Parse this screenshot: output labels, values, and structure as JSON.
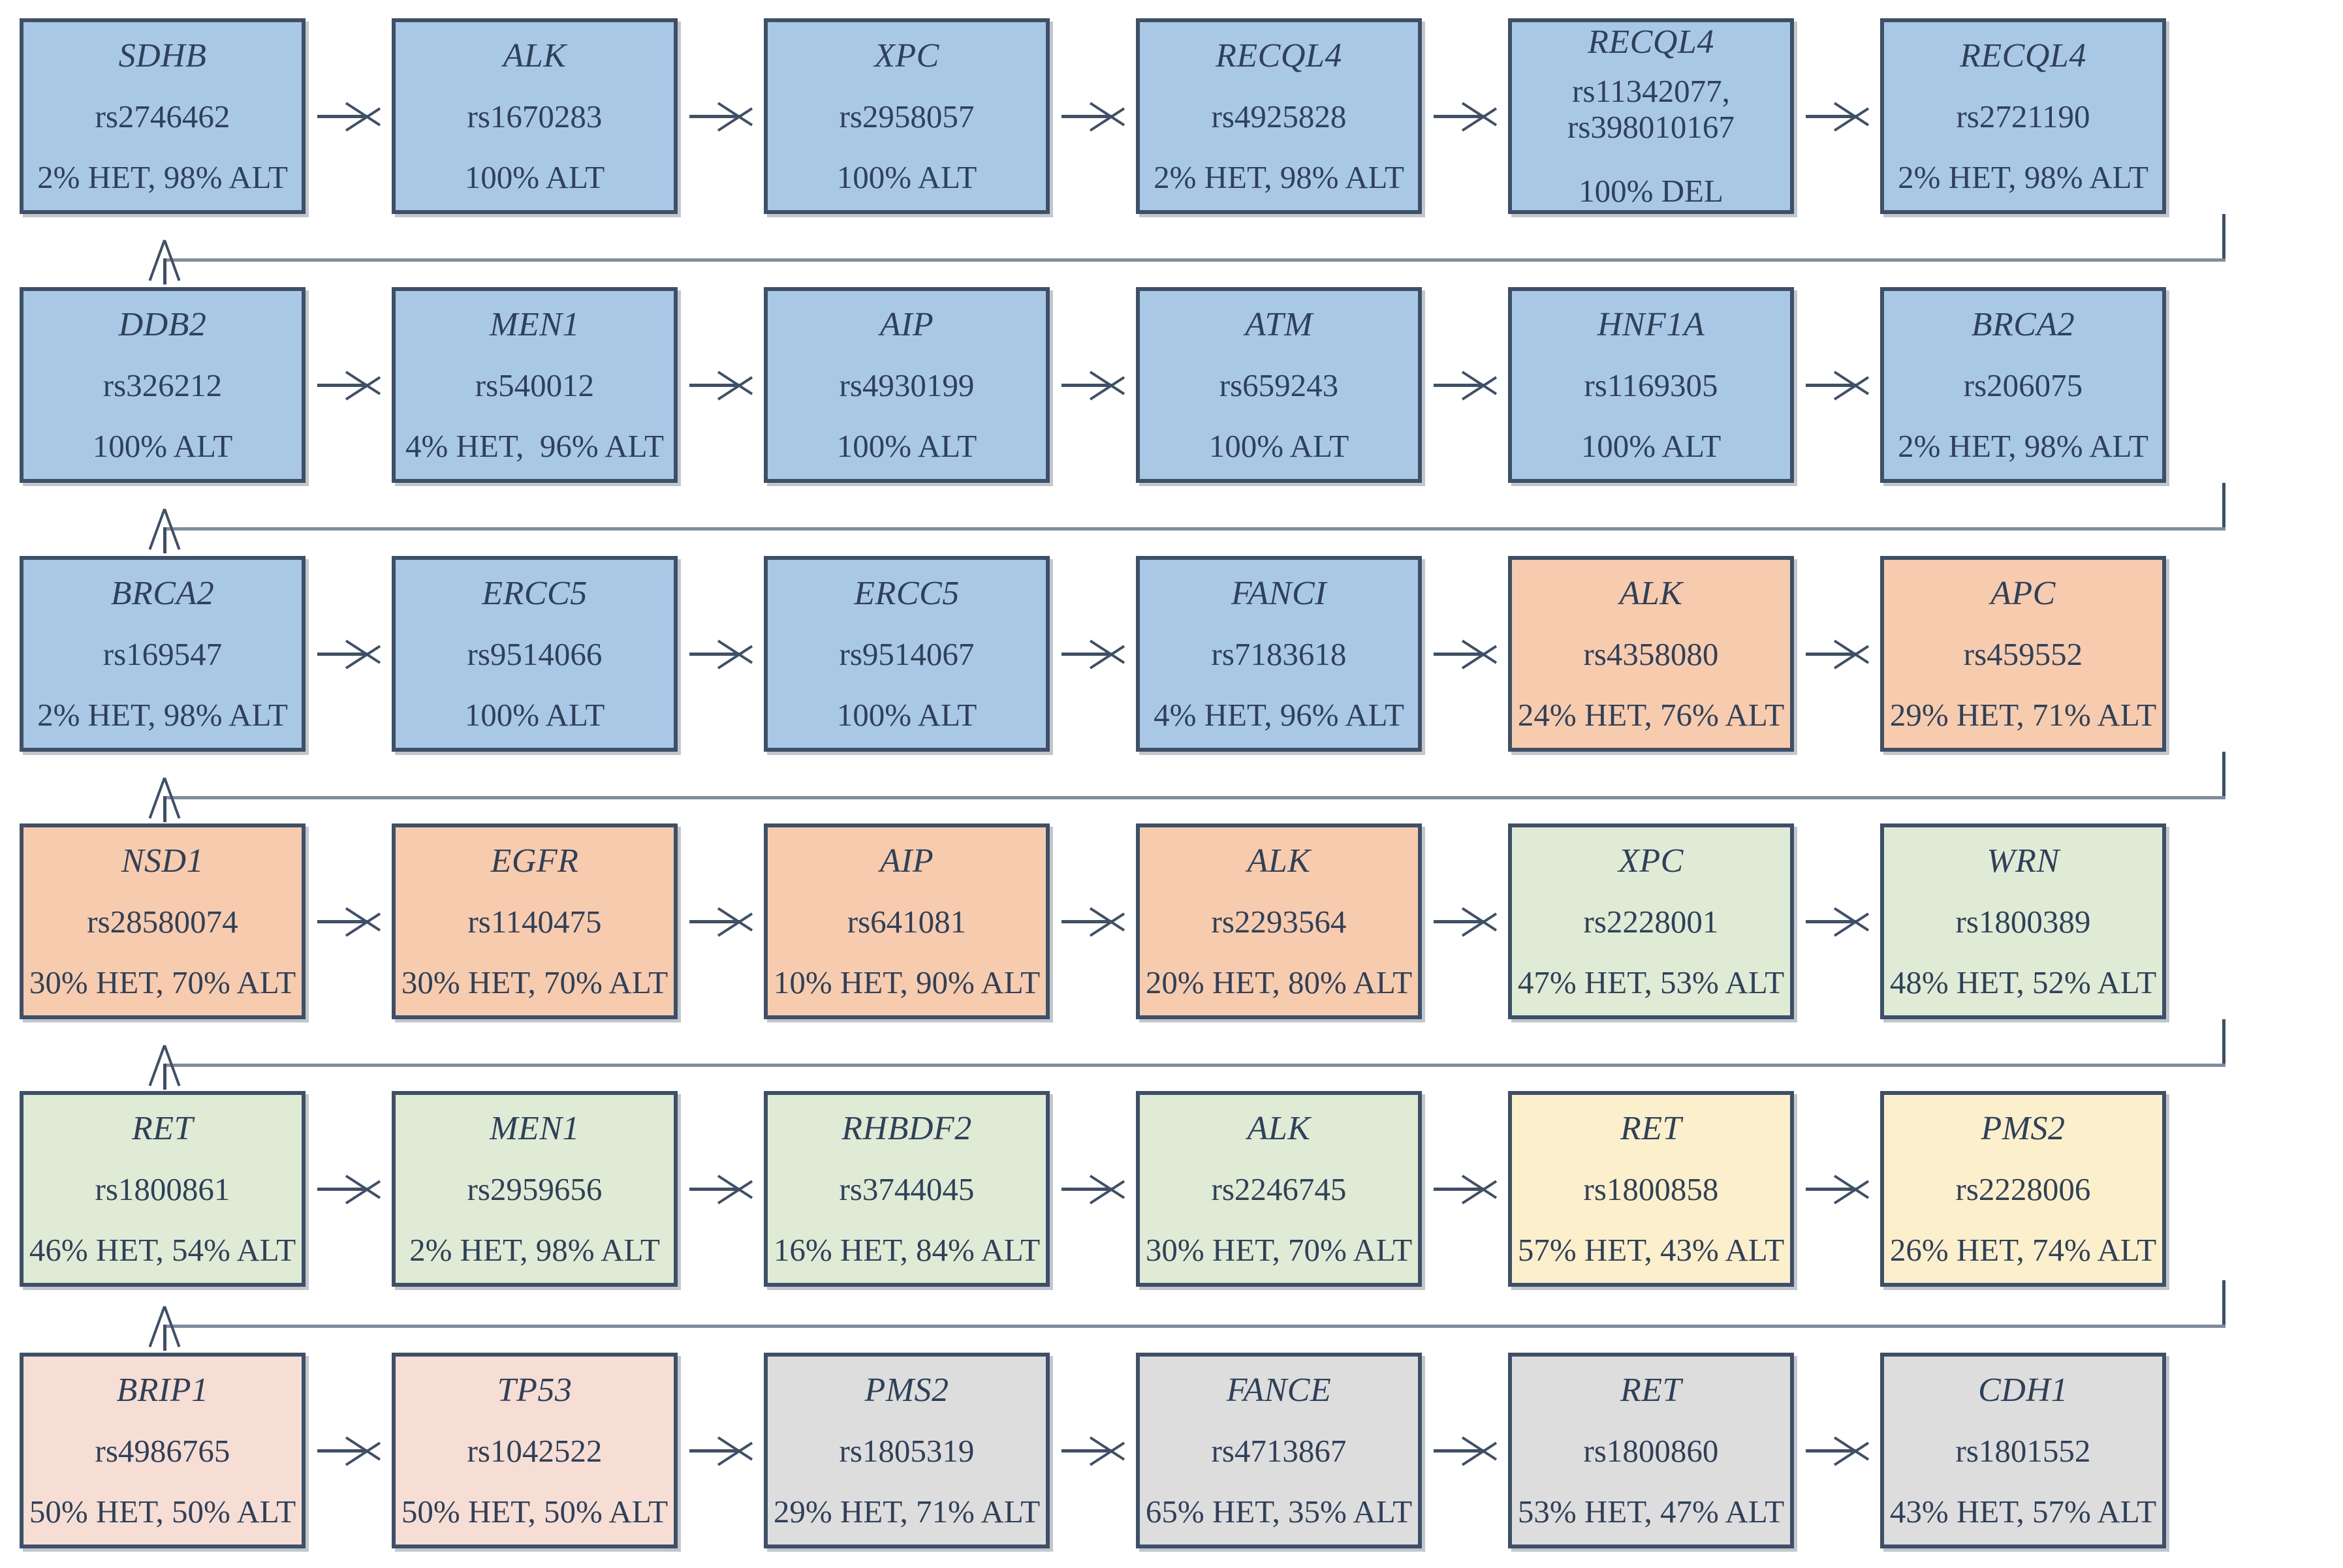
{
  "diagram": {
    "type": "flow-chart",
    "title": "",
    "orientation": "left-to-right-wrapping",
    "columns": 6,
    "rows": [
      {
        "index": 0,
        "nodes": [
          {
            "gene": "SDHB",
            "rs": "rs2746462",
            "freq": "2% HET, 98% ALT",
            "color": "blue"
          },
          {
            "gene": "ALK",
            "rs": "rs1670283",
            "freq": "100% ALT",
            "color": "blue"
          },
          {
            "gene": "XPC",
            "rs": "rs2958057",
            "freq": "100% ALT",
            "color": "blue"
          },
          {
            "gene": "RECQL4",
            "rs": "rs4925828",
            "freq": "2% HET, 98% ALT",
            "color": "blue"
          },
          {
            "gene": "RECQL4",
            "rs": "rs11342077,\nrs398010167",
            "freq": "100% DEL",
            "color": "blue",
            "two_rs": true
          },
          {
            "gene": "RECQL4",
            "rs": "rs2721190",
            "freq": "2% HET, 98% ALT",
            "color": "blue"
          }
        ]
      },
      {
        "index": 1,
        "nodes": [
          {
            "gene": "DDB2",
            "rs": "rs326212",
            "freq": "100% ALT",
            "color": "blue"
          },
          {
            "gene": "MEN1",
            "rs": "rs540012",
            "freq": "4% HET,  96% ALT",
            "color": "blue"
          },
          {
            "gene": "AIP",
            "rs": "rs4930199",
            "freq": "100% ALT",
            "color": "blue"
          },
          {
            "gene": "ATM",
            "rs": "rs659243",
            "freq": "100% ALT",
            "color": "blue"
          },
          {
            "gene": "HNF1A",
            "rs": "rs1169305",
            "freq": "100% ALT",
            "color": "blue"
          },
          {
            "gene": "BRCA2",
            "rs": "rs206075",
            "freq": "2% HET, 98% ALT",
            "color": "blue"
          }
        ]
      },
      {
        "index": 2,
        "nodes": [
          {
            "gene": "BRCA2",
            "rs": "rs169547",
            "freq": "2% HET, 98% ALT",
            "color": "blue"
          },
          {
            "gene": "ERCC5",
            "rs": "rs9514066",
            "freq": "100% ALT",
            "color": "blue"
          },
          {
            "gene": "ERCC5",
            "rs": "rs9514067",
            "freq": "100% ALT",
            "color": "blue"
          },
          {
            "gene": "FANCI",
            "rs": "rs7183618",
            "freq": "4% HET, 96% ALT",
            "color": "blue"
          },
          {
            "gene": "ALK",
            "rs": "rs4358080",
            "freq": "24% HET, 76% ALT",
            "color": "orange"
          },
          {
            "gene": "APC",
            "rs": "rs459552",
            "freq": "29% HET, 71% ALT",
            "color": "orange"
          }
        ]
      },
      {
        "index": 3,
        "nodes": [
          {
            "gene": "NSD1",
            "rs": "rs28580074",
            "freq": "30% HET, 70% ALT",
            "color": "orange"
          },
          {
            "gene": "EGFR",
            "rs": "rs1140475",
            "freq": "30% HET, 70% ALT",
            "color": "orange"
          },
          {
            "gene": "AIP",
            "rs": "rs641081",
            "freq": "10% HET, 90% ALT",
            "color": "orange"
          },
          {
            "gene": "ALK",
            "rs": "rs2293564",
            "freq": "20% HET, 80% ALT",
            "color": "orange"
          },
          {
            "gene": "XPC",
            "rs": "rs2228001",
            "freq": "47% HET, 53% ALT",
            "color": "green"
          },
          {
            "gene": "WRN",
            "rs": "rs1800389",
            "freq": "48% HET, 52% ALT",
            "color": "green"
          }
        ]
      },
      {
        "index": 4,
        "nodes": [
          {
            "gene": "RET",
            "rs": "rs1800861",
            "freq": "46% HET, 54% ALT",
            "color": "green"
          },
          {
            "gene": "MEN1",
            "rs": "rs2959656",
            "freq": "2% HET, 98% ALT",
            "color": "green"
          },
          {
            "gene": "RHBDF2",
            "rs": "rs3744045",
            "freq": "16% HET, 84% ALT",
            "color": "green"
          },
          {
            "gene": "ALK",
            "rs": "rs2246745",
            "freq": "30% HET, 70% ALT",
            "color": "green"
          },
          {
            "gene": "RET",
            "rs": "rs1800858",
            "freq": "57% HET, 43% ALT",
            "color": "yellow"
          },
          {
            "gene": "PMS2",
            "rs": "rs2228006",
            "freq": "26% HET, 74% ALT",
            "color": "yellow"
          }
        ]
      },
      {
        "index": 5,
        "nodes": [
          {
            "gene": "BRIP1",
            "rs": "rs4986765",
            "freq": "50% HET, 50% ALT",
            "color": "pink"
          },
          {
            "gene": "TP53",
            "rs": "rs1042522",
            "freq": "50% HET, 50% ALT",
            "color": "pink"
          },
          {
            "gene": "PMS2",
            "rs": "rs1805319",
            "freq": "29% HET, 71% ALT",
            "color": "gray"
          },
          {
            "gene": "FANCE",
            "rs": "rs4713867",
            "freq": "65% HET, 35% ALT",
            "color": "gray"
          },
          {
            "gene": "RET",
            "rs": "rs1800860",
            "freq": "53% HET, 47% ALT",
            "color": "gray"
          },
          {
            "gene": "CDH1",
            "rs": "rs1801552",
            "freq": "43% HET, 57% ALT",
            "color": "gray"
          }
        ]
      }
    ],
    "palette": {
      "blue": "#a8c8e6",
      "orange": "#f7cbae",
      "green": "#e0ebd6",
      "yellow": "#fcefcb",
      "pink": "#f7ded4",
      "gray": "#dddddd",
      "border": "#3d5068",
      "text": "#2f4159",
      "connector": "#7f8ca0"
    }
  }
}
